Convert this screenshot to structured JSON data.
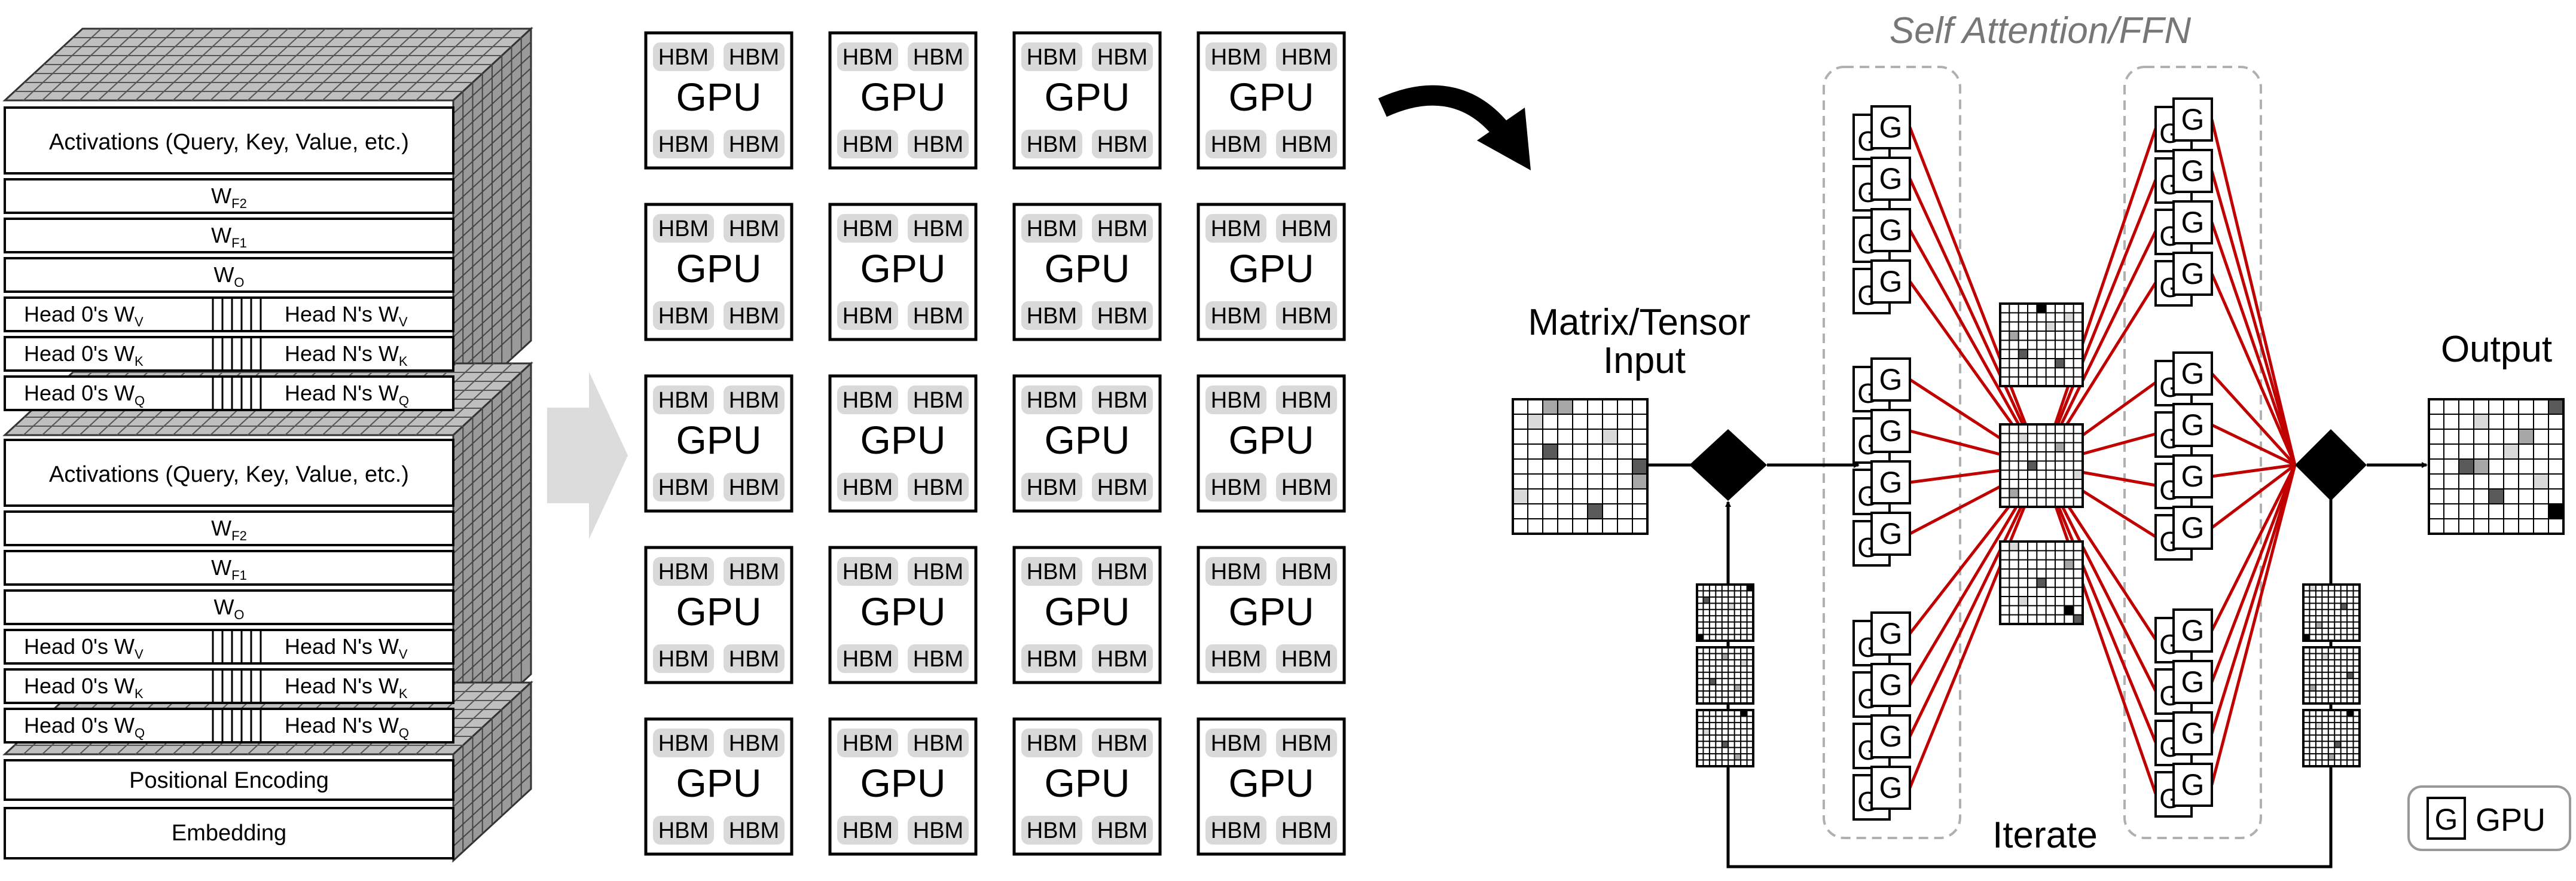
{
  "model_stack": {
    "blocks": [
      {
        "activations": "Activations (Query, Key, Value, etc.)",
        "weights": [
          {
            "base": "W",
            "sub": "F2"
          },
          {
            "base": "W",
            "sub": "F1"
          },
          {
            "base": "W",
            "sub": "O"
          }
        ],
        "heads": [
          {
            "left": "Head 0's W",
            "right": "Head N's W",
            "sub": "V"
          },
          {
            "left": "Head 0's W",
            "right": "Head N's W",
            "sub": "K"
          },
          {
            "left": "Head 0's W",
            "right": "Head N's W",
            "sub": "Q"
          }
        ]
      },
      {
        "activations": "Activations (Query, Key, Value, etc.)",
        "weights": [
          {
            "base": "W",
            "sub": "F2"
          },
          {
            "base": "W",
            "sub": "F1"
          },
          {
            "base": "W",
            "sub": "O"
          }
        ],
        "heads": [
          {
            "left": "Head 0's W",
            "right": "Head N's W",
            "sub": "V"
          },
          {
            "left": "Head 0's W",
            "right": "Head N's W",
            "sub": "K"
          },
          {
            "left": "Head 0's W",
            "right": "Head N's W",
            "sub": "Q"
          }
        ]
      }
    ],
    "positional_encoding": "Positional Encoding",
    "embedding": "Embedding"
  },
  "gpu_grid": {
    "rows": 5,
    "cols": 4,
    "chip_label": "GPU",
    "memory_label": "HBM"
  },
  "flow": {
    "title": "Self Attention/FFN",
    "input_label_line1": "Matrix/Tensor",
    "input_label_line2": "Input",
    "output_label": "Output",
    "iterate_label": "Iterate",
    "legend_glyph": "G",
    "legend_label": "GPU",
    "gpu_glyph": "G"
  },
  "colors": {
    "link": "#c00000",
    "dark": "#000000",
    "light_gray": "#d9d9d9",
    "mid_gray": "#a6a6a6",
    "dark_gray": "#595959",
    "dashed_border": "#b0b0b0"
  }
}
